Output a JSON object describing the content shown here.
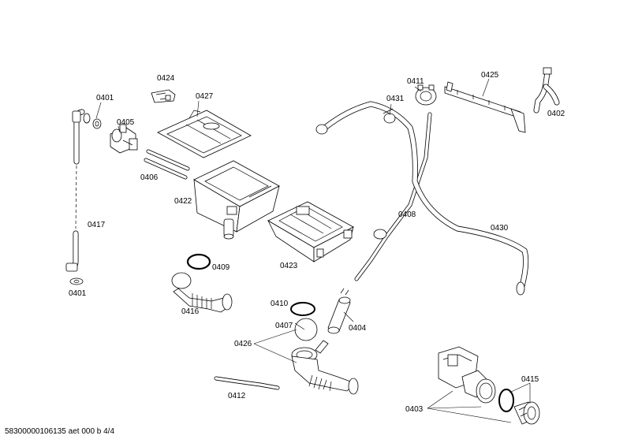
{
  "labels": {
    "p0401a": "0401",
    "p0401b": "0401",
    "p0402": "0402",
    "p0403": "0403",
    "p0404": "0404",
    "p0405": "0405",
    "p0406": "0406",
    "p0407": "0407",
    "p0408": "0408",
    "p0409": "0409",
    "p0410": "0410",
    "p0411": "0411",
    "p0412": "0412",
    "p0415": "0415",
    "p0416": "0416",
    "p0417": "0417",
    "p0422": "0422",
    "p0423": "0423",
    "p0424": "0424",
    "p0425": "0425",
    "p0426": "0426",
    "p0427": "0427",
    "p0430": "0430",
    "p0431": "0431"
  },
  "footer": "58300000106135 aet 000 b 4/4"
}
